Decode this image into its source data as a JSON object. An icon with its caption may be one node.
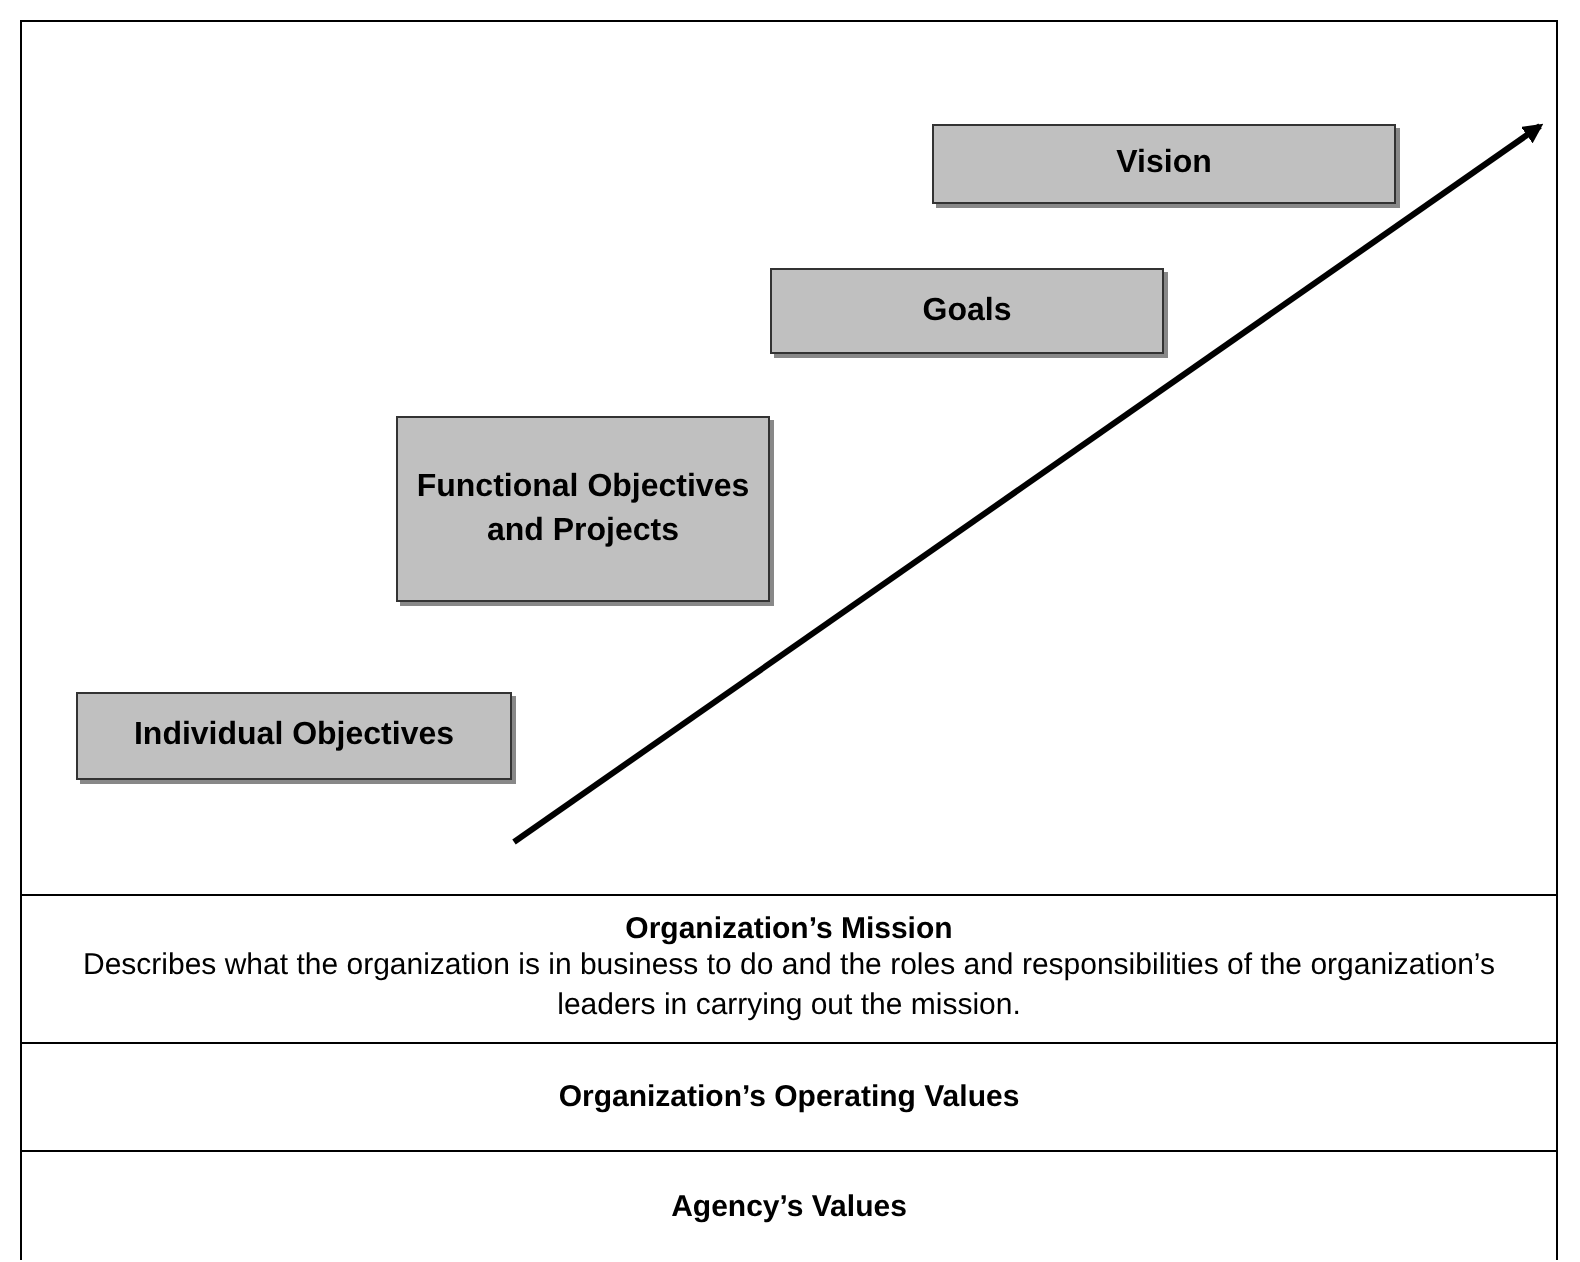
{
  "diagram": {
    "nodes": [
      {
        "text": [
          "Individual Objectives"
        ]
      },
      {
        "text": [
          "Functional Objectives and Projects"
        ]
      },
      {
        "text": [
          "Goals"
        ]
      },
      {
        "text": [
          "Vision"
        ]
      },
      {
        "text": [
          "Organization’s Mission",
          "Describes what the organization is in business to do and the roles and responsibilities of the organization’s leaders in carrying out the mission."
        ]
      },
      {
        "text": [
          "Organization’s Operating Values"
        ]
      },
      {
        "text": [
          "Agency’s Values"
        ]
      }
    ]
  }
}
